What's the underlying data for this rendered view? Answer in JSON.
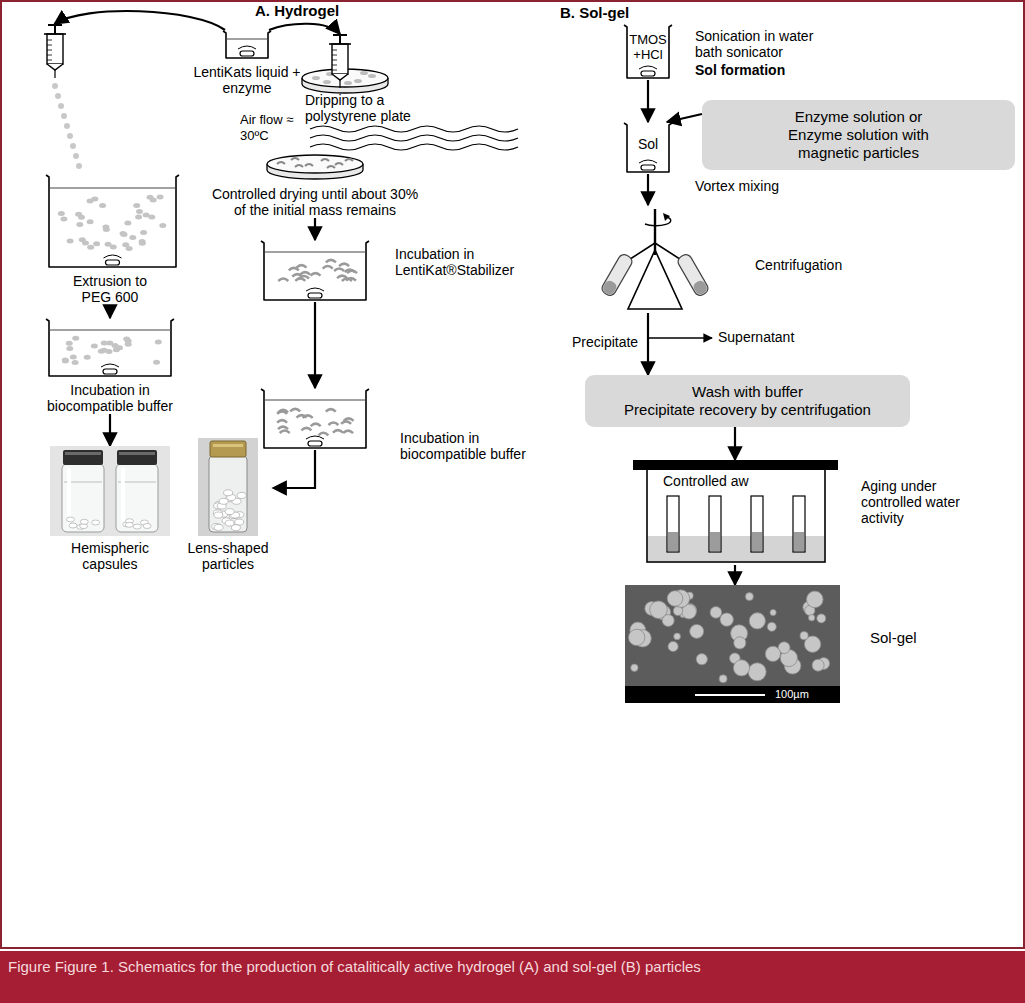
{
  "diagram": {
    "caption": "Figure Figure 1. Schematics for the production of catalitically active hydrogel (A) and sol-gel (B) particles",
    "nodes": [
      {
        "text": [
          "LentiKats liquid + enzyme"
        ]
      },
      {
        "text": [
          "Extrusion to PEG 600"
        ]
      },
      {
        "text": [
          "Incubation in biocompatible buffer"
        ]
      },
      {
        "text": [
          "Hemispheric capsules"
        ]
      },
      {
        "text": [
          "Dripping to a polystyrene plate"
        ]
      },
      {
        "text": [
          "Controlled drying until about 30% of the initial mass remains"
        ]
      },
      {
        "text": [
          "Incubation in LentiKat®Stabilizer"
        ]
      },
      {
        "text": [
          "Incubation in biocompatible buffer"
        ]
      },
      {
        "text": [
          "Lens-shaped particles"
        ]
      },
      {
        "text": [
          "TMOS +HCl",
          "Sonication in water bath sonicator",
          "Sol formation"
        ]
      },
      {
        "text": [
          "Sol",
          "Vortex mixing"
        ]
      },
      {
        "text": [
          "Enzyme solution or Enzyme solution with magnetic particles"
        ]
      },
      {
        "text": [
          "Centrifugation"
        ]
      },
      {
        "text": [
          "Wash with buffer",
          "Precipitate recovery by centrifugation"
        ]
      },
      {
        "text": [
          "Controlled aw",
          "Aging under controlled water activity"
        ]
      },
      {
        "text": [
          "100µm",
          "Sol-gel"
        ]
      }
    ],
    "edges": [
      {
        "from": 0,
        "to": 1,
        "arrow": "to"
      },
      {
        "from": 0,
        "to": 4,
        "arrow": "to"
      },
      {
        "from": 1,
        "to": 2,
        "arrow": "to"
      },
      {
        "from": 2,
        "to": 3,
        "arrow": "to"
      },
      {
        "from": 5,
        "to": 6,
        "arrow": "to"
      },
      {
        "from": 6,
        "to": 7,
        "arrow": "to"
      },
      {
        "from": 7,
        "to": 8,
        "arrow": "to"
      },
      {
        "from": 9,
        "to": 10,
        "arrow": "to"
      },
      {
        "from": 11,
        "to": 10,
        "arrow": "to"
      },
      {
        "from": 10,
        "to": 12,
        "arrow": "to"
      },
      {
        "from": 12,
        "to": 13,
        "label": "Precipitate",
        "arrow": "to"
      },
      {
        "from": 13,
        "to": 14,
        "arrow": "to"
      },
      {
        "from": 14,
        "to": 15,
        "arrow": "to"
      }
    ],
    "labels": [
      "A. Hydrogel",
      "B. Sol-gel",
      "Air flow ≈ 30ºC",
      "Supernatant"
    ]
  }
}
